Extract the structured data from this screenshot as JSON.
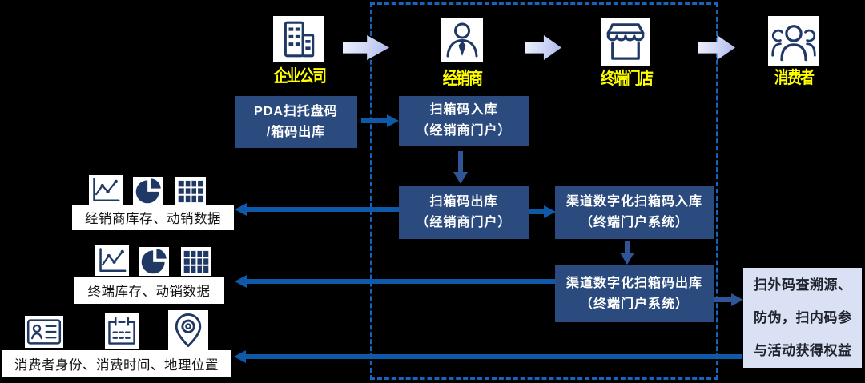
{
  "colors": {
    "icon_navy": "#1F3864",
    "box_navy": "#2B4B7E",
    "arrow_blue": "#0F5AA8",
    "arrow_navy": "#2F5597",
    "dashed_border_blue": "#1565C0",
    "highlight_box_bg": "#DBE1F4",
    "actor_label_yellow": "#FFFF00",
    "gradient_arrow": "#AAB7EC"
  },
  "actors": [
    {
      "label": "企业公司",
      "icon": "building-icon"
    },
    {
      "label": "经销商",
      "icon": "salesperson-icon"
    },
    {
      "label": "终端门店",
      "icon": "storefront-icon"
    },
    {
      "label": "消费者",
      "icon": "consumers-icon"
    }
  ],
  "process_boxes": {
    "pda_outbound": {
      "line1": "PDA扫托盘码",
      "line2": "/箱码出库"
    },
    "case_scan_inbound": {
      "line1": "扫箱码入库",
      "line2": "（经销商门户）"
    },
    "case_scan_outbound": {
      "line1": "扫箱码出库",
      "line2": "（经销商门户）"
    },
    "channel_scan_inbound": {
      "line1": "渠道数字化扫箱码入库",
      "line2": "（终端门户系统）"
    },
    "channel_scan_outbound": {
      "line1": "渠道数字化扫箱码出库",
      "line2": "（终端门户系统）"
    }
  },
  "consumer_benefit_box": {
    "line1": "扫外码查溯源、",
    "line2": "防伪，扫内码参",
    "line3": "与活动获得权益"
  },
  "data_outputs": [
    {
      "label": "经销商库存、动销数据",
      "icons": [
        "line-chart-icon",
        "pie-chart-icon",
        "table-icon"
      ]
    },
    {
      "label": "终端库存、动销数据",
      "icons": [
        "line-chart-icon",
        "pie-chart-icon",
        "table-icon"
      ]
    },
    {
      "label": "消费者身份、消费时间、地理位置",
      "icons": [
        "id-card-icon",
        "calendar-icon",
        "location-pin-icon"
      ]
    }
  ]
}
